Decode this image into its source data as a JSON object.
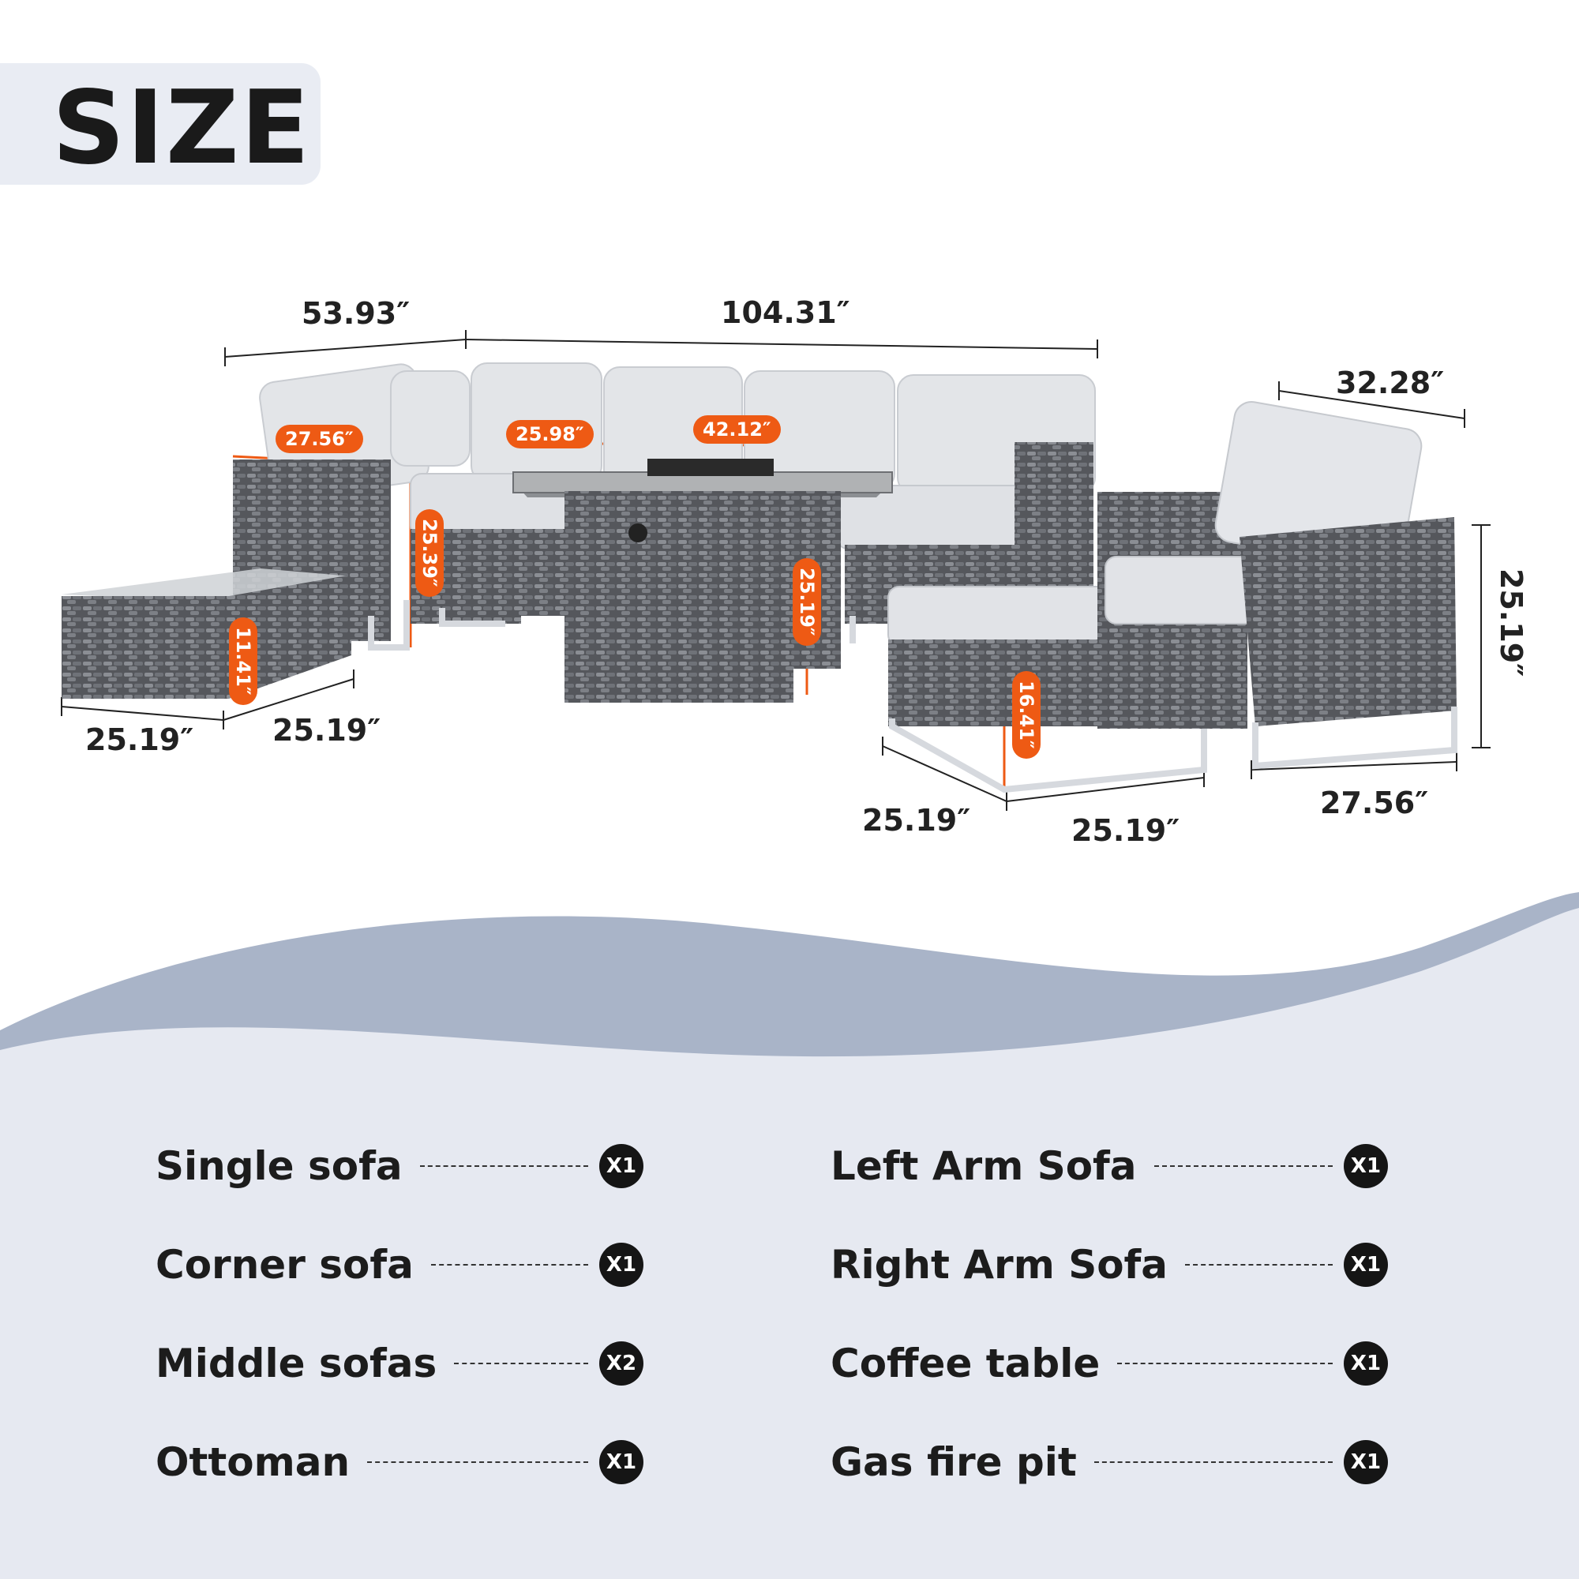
{
  "title": "SIZE",
  "dimensions": {
    "overall_left_width": "53.93″",
    "overall_width": "104.31″",
    "armchair_depth": "32.28″",
    "armchair_height": "25.19″",
    "armchair_width": "27.56″",
    "ottoman_depth": "25.19″",
    "ottoman_width": "25.19″",
    "coffee_table_depth": "25.19″",
    "coffee_table_width": "25.19″"
  },
  "callouts": {
    "corner_width": "27.56″",
    "firepit_depth": "25.98″",
    "firepit_width": "42.12″",
    "sofa_height": "25.39″",
    "firepit_height": "25.19″",
    "coffee_table_height": "11.41″",
    "ottoman_height": "16.41″"
  },
  "items_left": [
    {
      "label": "Single sofa",
      "qty": "X1"
    },
    {
      "label": "Corner sofa",
      "qty": "X1"
    },
    {
      "label": "Middle sofas",
      "qty": "X2"
    },
    {
      "label": "Ottoman",
      "qty": "X1"
    }
  ],
  "items_right": [
    {
      "label": "Left Arm Sofa",
      "qty": "X1"
    },
    {
      "label": "Right Arm Sofa",
      "qty": "X1"
    },
    {
      "label": "Coffee table",
      "qty": "X1"
    },
    {
      "label": "Gas fire pit",
      "qty": "X1"
    }
  ],
  "colors": {
    "accent": "#ee5a14",
    "wave": "#a9b4c8",
    "panel": "#e6e9f1",
    "wicker": "#5f6166",
    "cushion": "#e3e5e8"
  }
}
